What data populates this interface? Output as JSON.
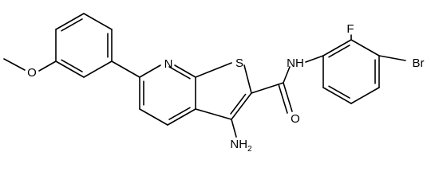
{
  "molecule": {
    "atoms": {
      "methoxy_o": "O",
      "pyridine_n": "N",
      "thiophene_s": "S",
      "amide_n": "NH",
      "fluorine": "F",
      "bromine": "Br",
      "carbonyl_o": "O",
      "amino": "NH2",
      "amino_n": "NH",
      "amino_sub": "2"
    },
    "colors": {
      "bond": "#000000",
      "label": "#000000",
      "background": "#ffffff"
    }
  }
}
